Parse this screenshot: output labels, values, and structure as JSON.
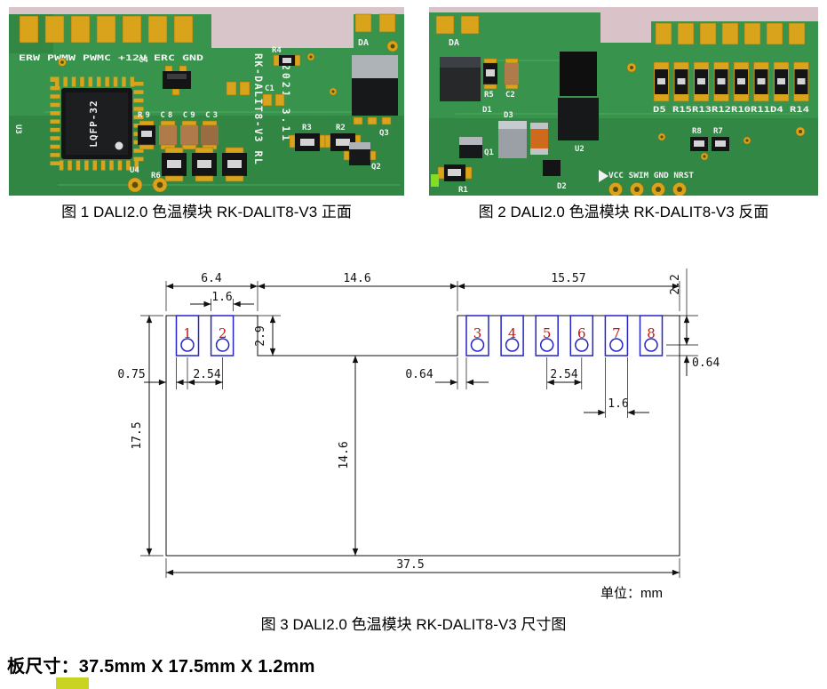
{
  "fig1": {
    "caption": "图 1 DALI2.0 色温模块 RK-DALIT8-V3  正面",
    "pcb": {
      "header_pins": "ERW PWMW PWMC +12V ERC  GND",
      "da_label": "DA",
      "board_name": "RK-DALIT8-V3 RL",
      "date_code": "2021.3.11",
      "chip_marking": "LQFP-32",
      "refs": {
        "u3": "U3",
        "u4": "U4",
        "c4": "C4",
        "r4": "R4",
        "c1": "C1",
        "r3": "R3",
        "r2": "R2",
        "q3": "Q3",
        "q2": "Q2",
        "r6": "R6",
        "cap_row": "R9 C8 C9 C3"
      }
    }
  },
  "fig2": {
    "caption": "图 2 DALI2.0 色温模块 RK-DALIT8-V3  反面",
    "pcb": {
      "da_label": "DA",
      "footer_pins": "VCC SWIM GND NRST",
      "refs": {
        "r5": "R5",
        "c2": "C2",
        "d1": "D1",
        "d3": "D3",
        "u2": "U2",
        "q1": "Q1",
        "r1": "R1",
        "d2": "D2",
        "r8": "R8",
        "r7": "R7",
        "res_row": "D5 R15R13R12R10R11D4 R14"
      }
    }
  },
  "fig3": {
    "caption": "图 3 DALI2.0 色温模块 RK-DALIT8-V3  尺寸图",
    "unit": "单位：mm",
    "pads": [
      "1",
      "2",
      "3",
      "4",
      "5",
      "6",
      "7",
      "8"
    ],
    "dims": {
      "left_section_width": "6.4",
      "notch_width": "14.6",
      "right_section_width": "15.57",
      "top_to_hole": "2.2",
      "pad_width_left": "1.6",
      "pad_height": "2.9",
      "left_margin": "0.75",
      "pad_pitch_left": "2.54",
      "notch_to_pad_gap": "0.64",
      "pad_pitch_right": "2.54",
      "pad_width_right": "1.6",
      "hole_to_pad_bottom": "0.64",
      "board_height": "17.5",
      "notch_to_bottom": "14.6",
      "board_width": "37.5"
    }
  },
  "footer": {
    "board_size": "板尺寸：37.5mm X 17.5mm X 1.2mm"
  }
}
